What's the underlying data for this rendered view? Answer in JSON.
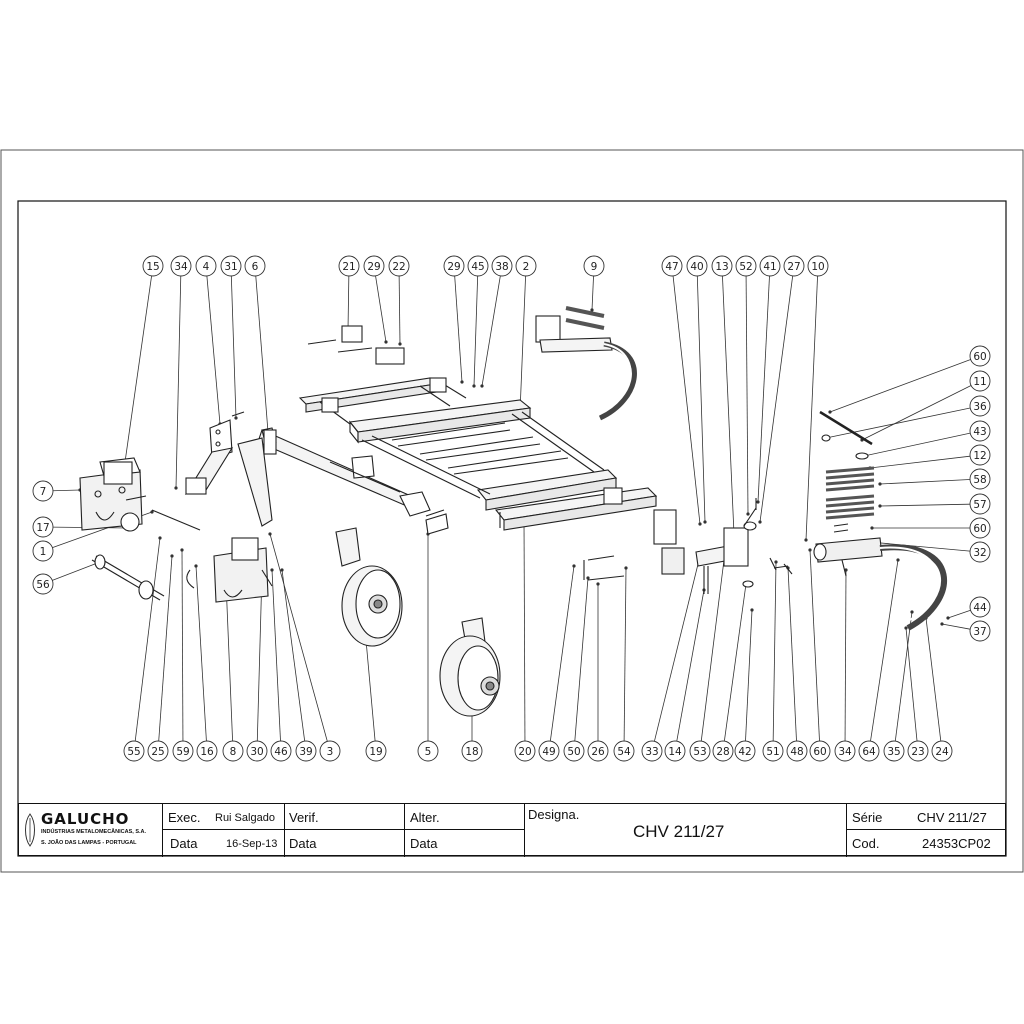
{
  "balloons": [
    "15",
    "34",
    "4",
    "31",
    "6",
    "21",
    "29",
    "22",
    "29",
    "45",
    "38",
    "2",
    "9",
    "47",
    "40",
    "13",
    "52",
    "41",
    "27",
    "10",
    "60",
    "11",
    "36",
    "43",
    "12",
    "58",
    "57",
    "60",
    "32",
    "44",
    "37",
    "7",
    "17",
    "1",
    "56",
    "55",
    "25",
    "59",
    "16",
    "8",
    "30",
    "46",
    "39",
    "3",
    "19",
    "5",
    "18",
    "20",
    "49",
    "50",
    "26",
    "54",
    "33",
    "14",
    "53",
    "28",
    "42",
    "51",
    "48",
    "60",
    "34",
    "64",
    "35",
    "23",
    "24"
  ],
  "titleblock": {
    "company": "GALUCHO",
    "company_line1": "INDÚSTRIAS METALOMECÂNICAS, S.A.",
    "company_line2": "S. JOÃO DAS LAMPAS - PORTUGAL",
    "exec_label": "Exec.",
    "exec_value": "Rui Salgado",
    "data_label1": "Data",
    "data_value1": "16-Sep-13",
    "verif_label": "Verif.",
    "data_label2": "Data",
    "alter_label": "Alter.",
    "data_label3": "Data",
    "designa_label": "Designa.",
    "designa_value": "CHV 211/27",
    "serie_label": "Série",
    "serie_value": "CHV 211/27",
    "cod_label": "Cod.",
    "cod_value": "24353CP02"
  }
}
